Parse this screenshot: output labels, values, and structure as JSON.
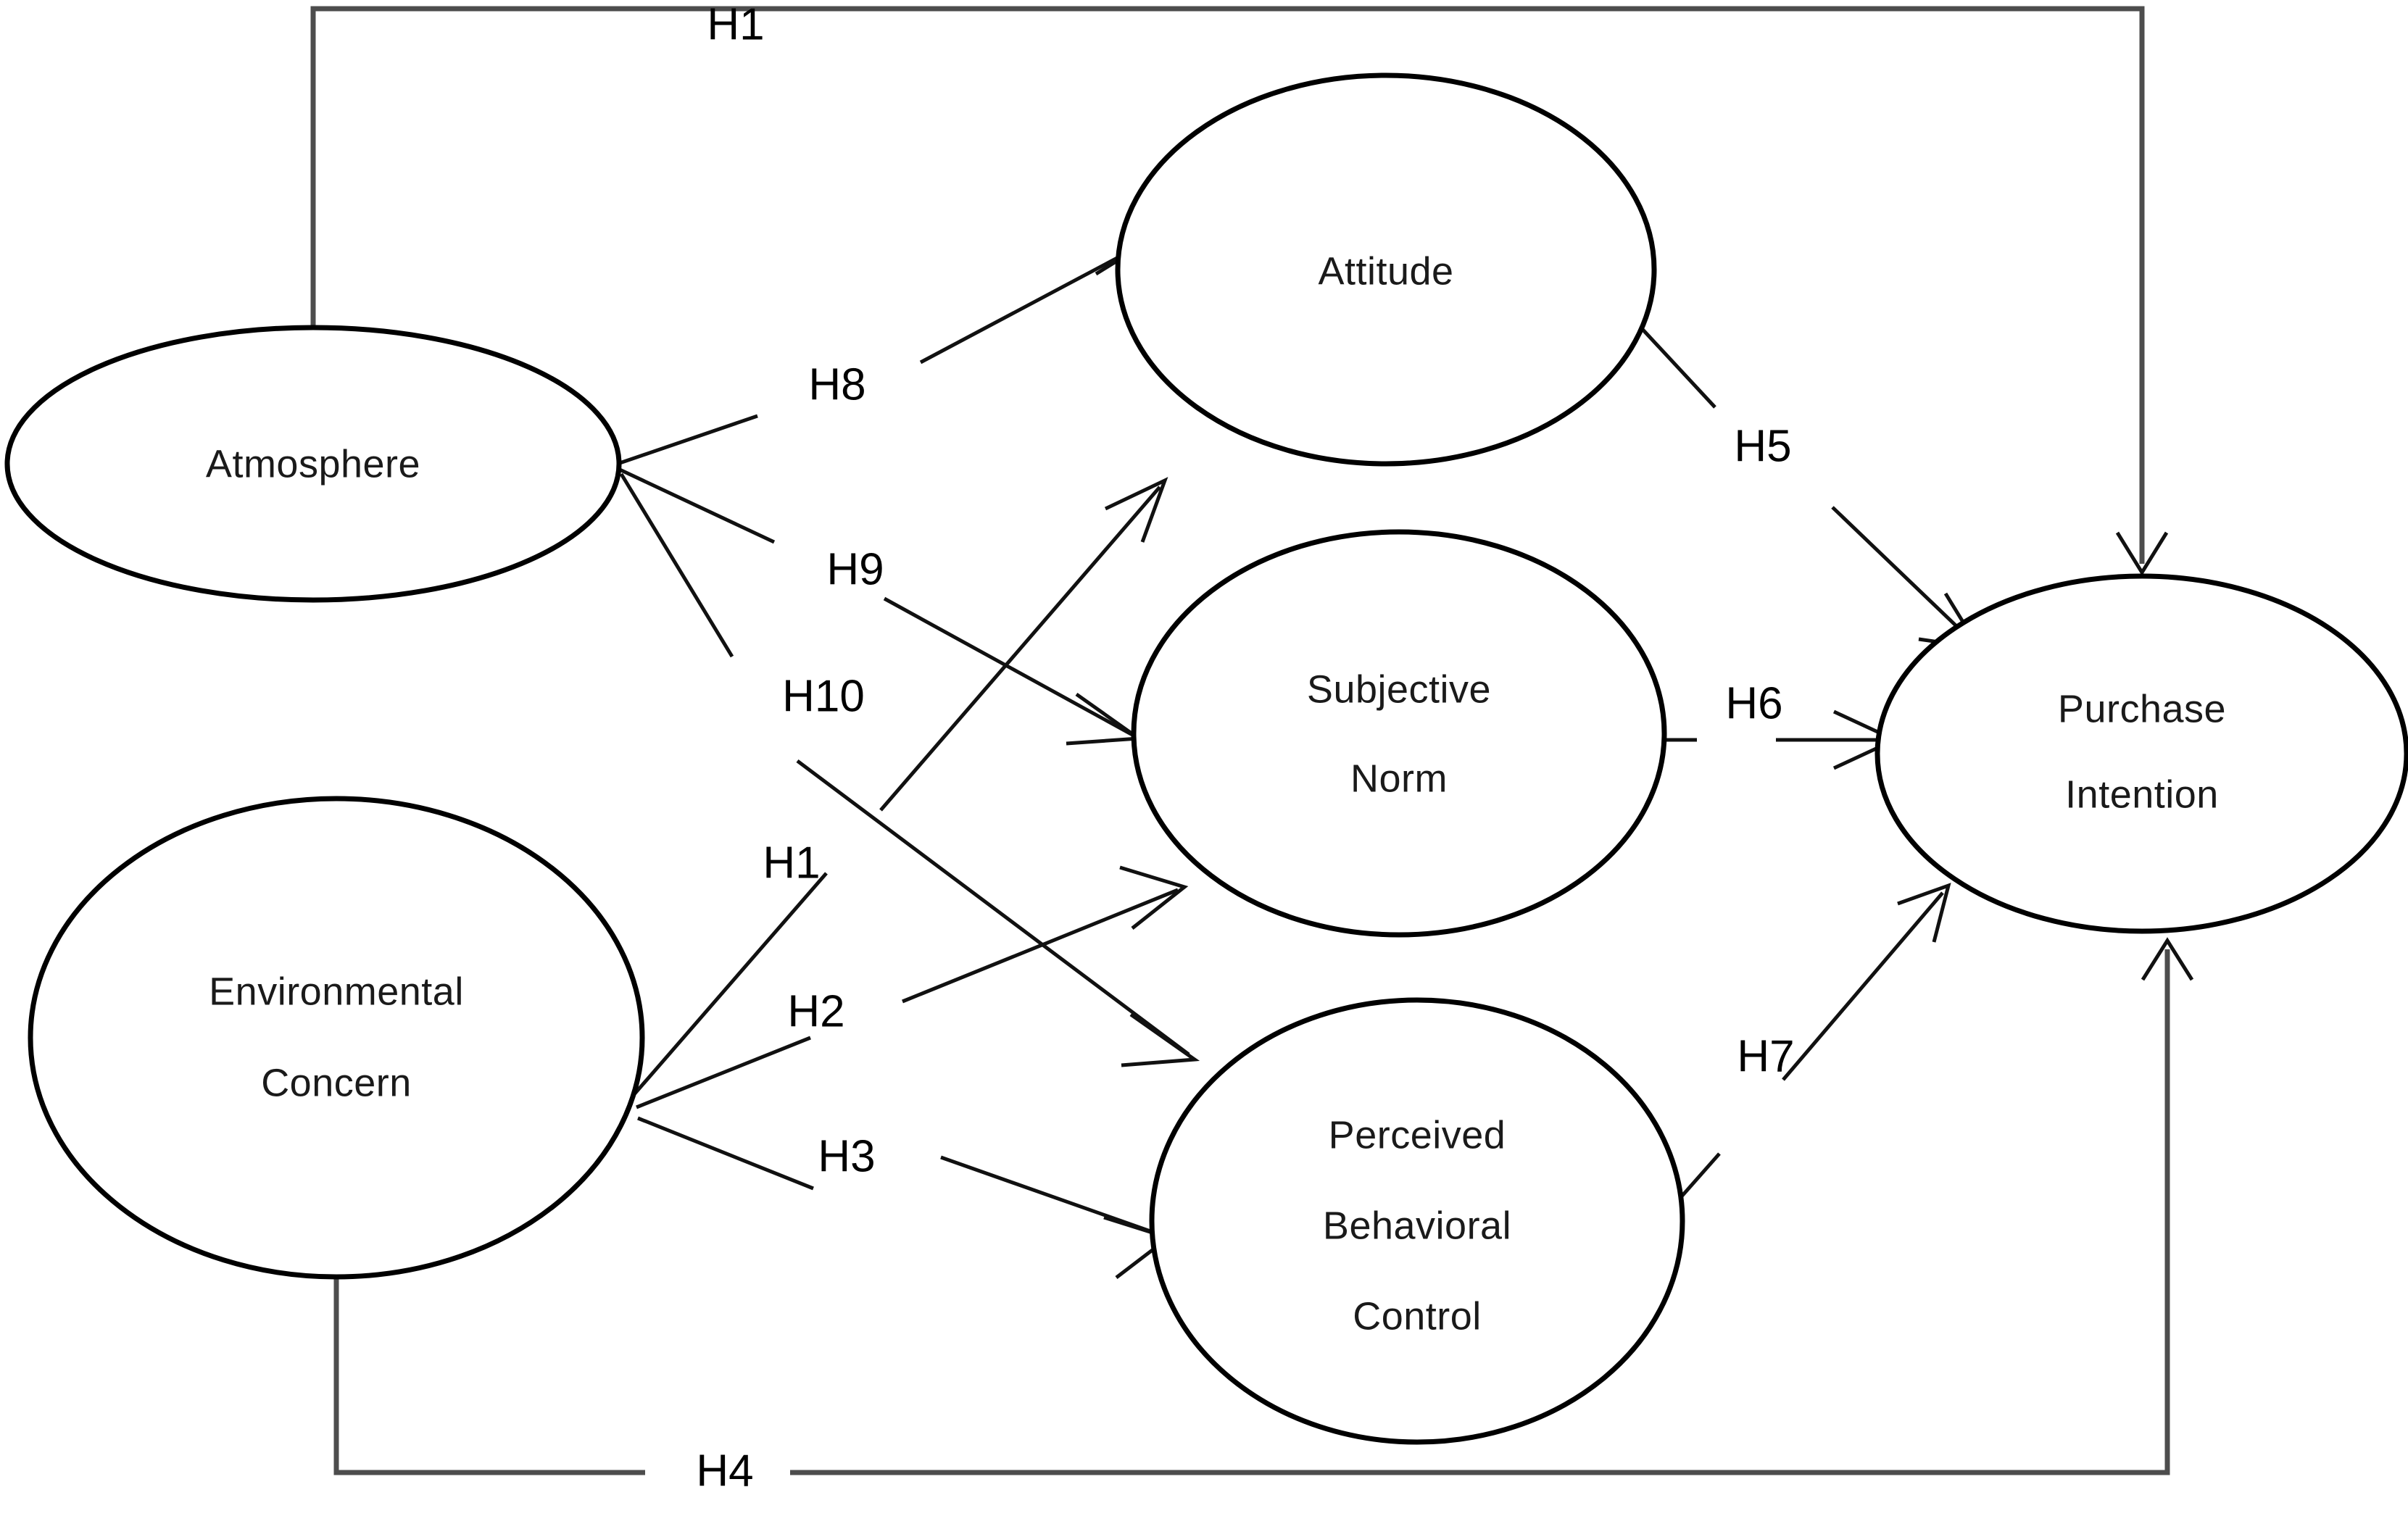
{
  "diagram": {
    "type": "research-model-path-diagram",
    "background_color": "#ffffff",
    "line_color": "#111111",
    "node_stroke_color": "#000000",
    "node_fill_color": "#ffffff",
    "text_color": "#1a1a1a",
    "nodes": [
      {
        "id": "atmosphere",
        "label_line1": "Atmosphere",
        "label_line2": "",
        "label_line3": ""
      },
      {
        "id": "environmental-concern",
        "label_line1": "Environmental",
        "label_line2": "Concern",
        "label_line3": ""
      },
      {
        "id": "attitude",
        "label_line1": "Attitude",
        "label_line2": "",
        "label_line3": ""
      },
      {
        "id": "subjective-norm",
        "label_line1": "Subjective",
        "label_line2": "Norm",
        "label_line3": ""
      },
      {
        "id": "perceived-behavioral-control",
        "label_line1": "Perceived",
        "label_line2": "Behavioral",
        "label_line3": "Control"
      },
      {
        "id": "purchase-intention",
        "label_line1": "Purchase",
        "label_line2": "Intention",
        "label_line3": ""
      }
    ],
    "hypotheses": [
      {
        "id": "h1-top",
        "label": "H1",
        "from": "atmosphere",
        "to": "purchase-intention"
      },
      {
        "id": "h8",
        "label": "H8",
        "from": "atmosphere",
        "to": "attitude"
      },
      {
        "id": "h9",
        "label": "H9",
        "from": "atmosphere",
        "to": "subjective-norm"
      },
      {
        "id": "h10",
        "label": "H10",
        "from": "atmosphere",
        "to": "perceived-behavioral-control"
      },
      {
        "id": "h1-ec",
        "label": "H1",
        "from": "environmental-concern",
        "to": "attitude"
      },
      {
        "id": "h2",
        "label": "H2",
        "from": "environmental-concern",
        "to": "subjective-norm"
      },
      {
        "id": "h3",
        "label": "H3",
        "from": "environmental-concern",
        "to": "perceived-behavioral-control"
      },
      {
        "id": "h4",
        "label": "H4",
        "from": "environmental-concern",
        "to": "purchase-intention"
      },
      {
        "id": "h5",
        "label": "H5",
        "from": "attitude",
        "to": "purchase-intention"
      },
      {
        "id": "h6",
        "label": "H6",
        "from": "subjective-norm",
        "to": "purchase-intention"
      },
      {
        "id": "h7",
        "label": "H7",
        "from": "perceived-behavioral-control",
        "to": "purchase-intention"
      }
    ]
  }
}
